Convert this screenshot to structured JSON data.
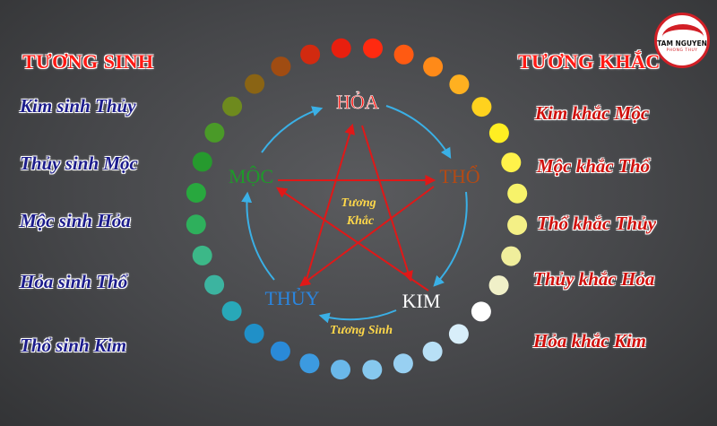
{
  "logo": {
    "name": "TAM NGUYEN",
    "sub": "PHONG THUY"
  },
  "left_column": {
    "title": "TƯƠNG SINH",
    "items": [
      "Kim sinh Thủy",
      "Thủy sinh Mộc",
      "Mộc sinh Hỏa",
      "Hỏa sinh Thổ",
      "Thổ sinh Kim"
    ]
  },
  "right_column": {
    "title": "TƯƠNG KHẮC",
    "items": [
      "Kim khắc Mộc",
      "Mộc khắc Thổ",
      "Thổ khắc Thủy",
      "Thủy khắc Hỏa",
      "Hỏa khắc Kim"
    ]
  },
  "diagram": {
    "elements": {
      "hoa": {
        "label": "HỎA",
        "color": "#ff1a14"
      },
      "tho": {
        "label": "THỔ",
        "color": "#b44a14"
      },
      "kim": {
        "label": "KIM",
        "color": "#ffffff"
      },
      "thuy": {
        "label": "THỦY",
        "color": "#2a86e0"
      },
      "moc": {
        "label": "MỘC",
        "color": "#1e9a2a"
      }
    },
    "center_label_line1": "Tương",
    "center_label_line2": "Khắc",
    "cycle_label": "Tương Sinh",
    "cycle_arrow_color": "#3ab0e6",
    "star_arrow_color": "#e01818",
    "dot_colors": [
      "#ff2a10",
      "#ff5a12",
      "#ff8a18",
      "#ffb020",
      "#ffd21e",
      "#ffee22",
      "#fff24a",
      "#f7f36a",
      "#f4f086",
      "#f0ee9c",
      "#f0f0c8",
      "#ffffff",
      "#d8eefa",
      "#b8e0f6",
      "#98d0f2",
      "#86c8ee",
      "#6ab8ea",
      "#3c9ae0",
      "#2a8ad8",
      "#2090c8",
      "#28a8b8",
      "#3cb4a0",
      "#3cb888",
      "#2eb05c",
      "#28a83e",
      "#269a2e",
      "#4a9a28",
      "#6e8a1e",
      "#8a6414",
      "#a04c12",
      "#d22a10",
      "#e81f0e"
    ]
  }
}
